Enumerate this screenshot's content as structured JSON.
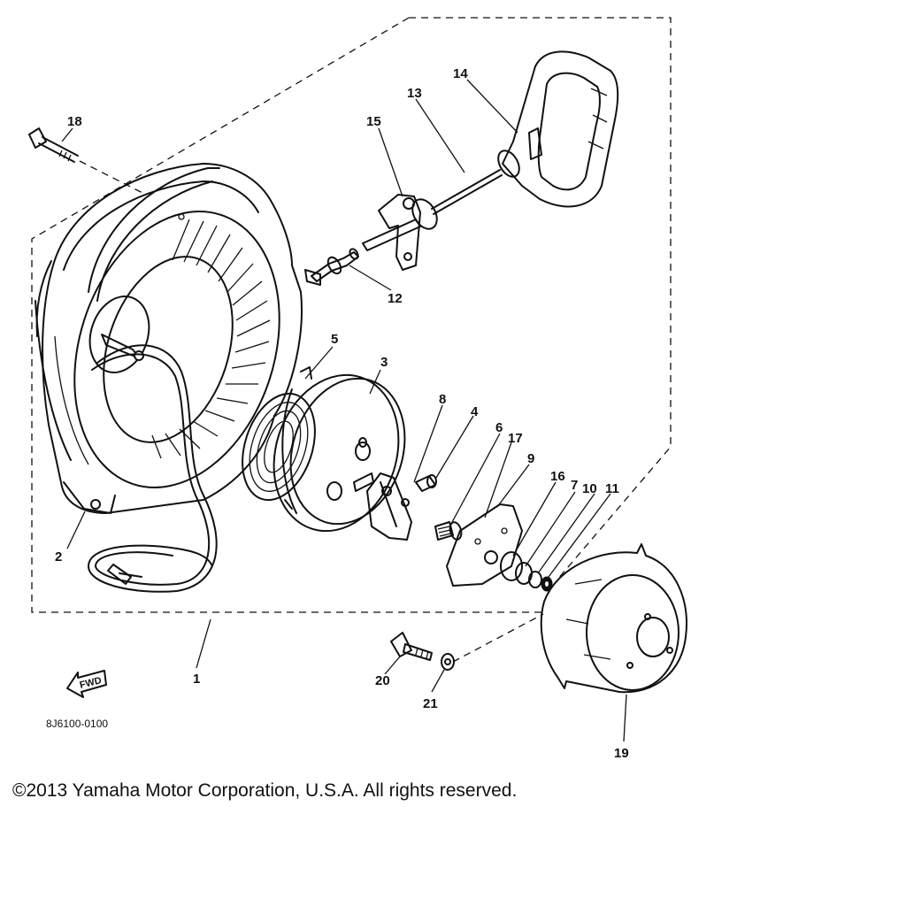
{
  "diagram": {
    "drawing_code": "8J6100-0100",
    "direction_marker": "FWD",
    "callouts": [
      {
        "id": "c1",
        "label": "1"
      },
      {
        "id": "c2",
        "label": "2"
      },
      {
        "id": "c3",
        "label": "3"
      },
      {
        "id": "c4",
        "label": "4"
      },
      {
        "id": "c5",
        "label": "5"
      },
      {
        "id": "c6",
        "label": "6"
      },
      {
        "id": "c7",
        "label": "7"
      },
      {
        "id": "c8",
        "label": "8"
      },
      {
        "id": "c9",
        "label": "9"
      },
      {
        "id": "c10",
        "label": "10"
      },
      {
        "id": "c11",
        "label": "11"
      },
      {
        "id": "c12",
        "label": "12"
      },
      {
        "id": "c13",
        "label": "13"
      },
      {
        "id": "c14",
        "label": "14"
      },
      {
        "id": "c15",
        "label": "15"
      },
      {
        "id": "c16",
        "label": "16"
      },
      {
        "id": "c17",
        "label": "17"
      },
      {
        "id": "c18",
        "label": "18"
      },
      {
        "id": "c19",
        "label": "19"
      },
      {
        "id": "c20",
        "label": "20"
      },
      {
        "id": "c21",
        "label": "21"
      }
    ]
  },
  "footer": {
    "copyright": "©2013 Yamaha Motor Corporation, U.S.A. All rights reserved."
  }
}
